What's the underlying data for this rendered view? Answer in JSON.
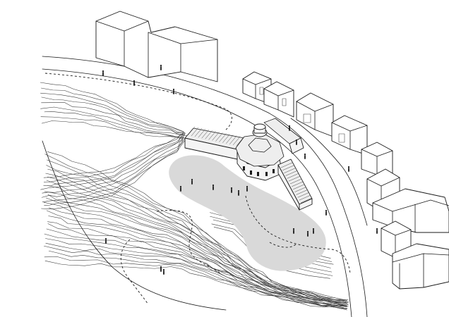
{
  "colors": {
    "background": "#ffffff",
    "linework": "#1a1a1a",
    "plaza_fill": "#d9d9d9"
  },
  "layers": {
    "contours": "topographic-contour-lines",
    "road": "curved-street",
    "paths": "dashed-footpaths",
    "plaza": "grey-open-space",
    "pavilion": "central-pavilion-with-wings",
    "buildings": "surrounding-buildings",
    "people": "human-figures"
  },
  "people": [
    {
      "id": "p1"
    },
    {
      "id": "p2"
    },
    {
      "id": "p3"
    },
    {
      "id": "p4"
    },
    {
      "id": "p5"
    },
    {
      "id": "p6"
    },
    {
      "id": "p7"
    },
    {
      "id": "p8"
    },
    {
      "id": "p9"
    },
    {
      "id": "p10"
    },
    {
      "id": "p11"
    },
    {
      "id": "p12"
    },
    {
      "id": "p13"
    },
    {
      "id": "p14"
    },
    {
      "id": "p15"
    },
    {
      "id": "p16"
    },
    {
      "id": "p17"
    },
    {
      "id": "p18"
    },
    {
      "id": "p19"
    },
    {
      "id": "p20"
    },
    {
      "id": "p21"
    },
    {
      "id": "p22"
    }
  ]
}
